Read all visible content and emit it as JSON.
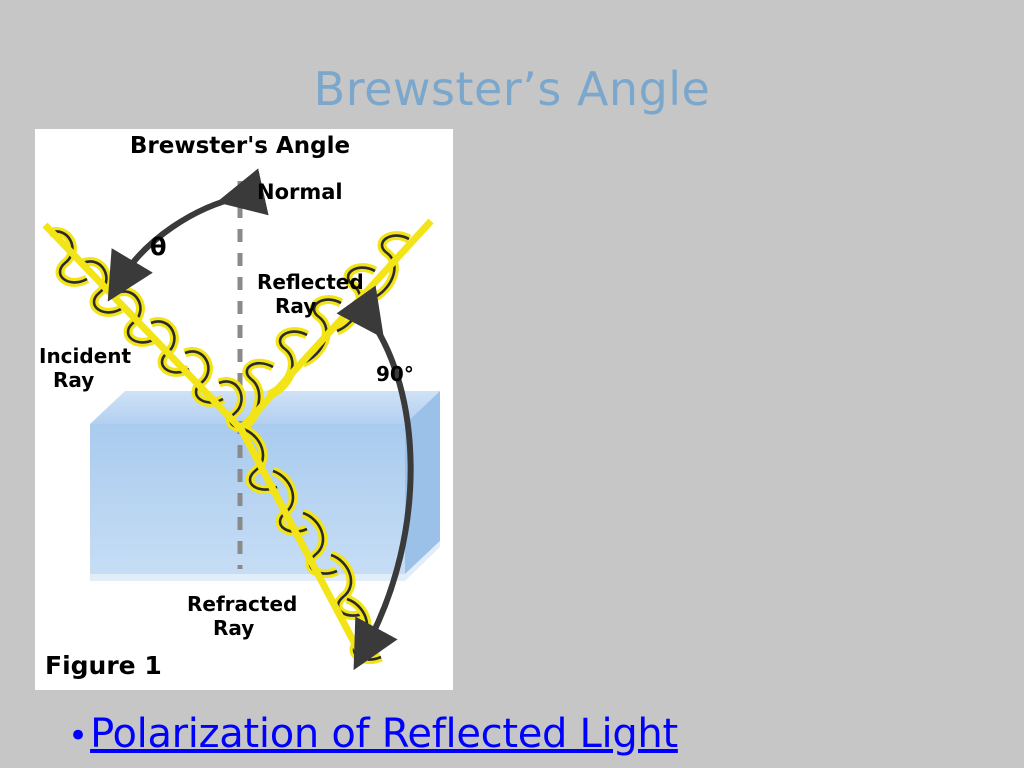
{
  "slide": {
    "title": "Brewster’s Angle",
    "background_color": "#c6c6c6",
    "title_color": "#7ba7cd"
  },
  "figure": {
    "heading": "Brewster's Angle",
    "caption": "Figure 1",
    "labels": {
      "normal": "Normal",
      "theta": "θ",
      "reflected_ray": "Reflected\nRay",
      "reflected_ray_line1": "Reflected",
      "reflected_ray_line2": "Ray",
      "incident_ray_line1": "Incident",
      "incident_ray_line2": "Ray",
      "refracted_ray_line1": "Refracted",
      "refracted_ray_line2": "Ray",
      "right_angle": "90°"
    },
    "colors": {
      "wave": "#f2e416",
      "wave_outline": "#2b2b2b",
      "slab_top": "#b9d4f2",
      "slab_front": "#9ec6ef",
      "arrow": "#3a3a3a",
      "normal_dash": "#8a8a8a",
      "text": "#000000",
      "background": "#ffffff"
    }
  },
  "bullet": {
    "marker": "•",
    "link_text": "Polarization of Reflected Light",
    "link_color": "#0000ff"
  }
}
